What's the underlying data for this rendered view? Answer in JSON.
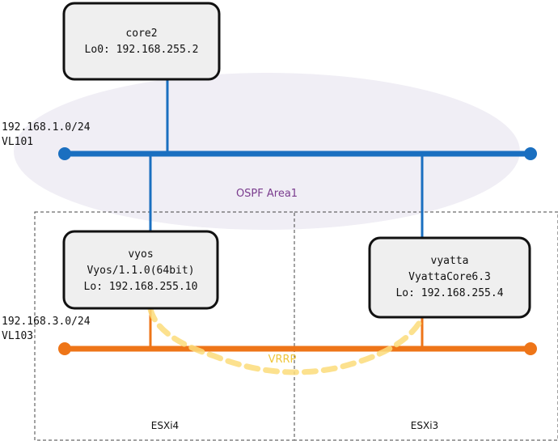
{
  "colors": {
    "ospf_area_fill": "#f0eef5",
    "vl101_line": "#1a6fc0",
    "vl103_line": "#ee7518",
    "vrrp_link": "#fbdc7a",
    "area_label": "#7a3c8e",
    "vrrp_label": "#eec53a",
    "router_border": "#111111",
    "router_fill": "#efefef"
  },
  "routers": {
    "core2": {
      "name": "core2",
      "lo": "Lo0: 192.168.255.2"
    },
    "vyos": {
      "name": "vyos",
      "version": "Vyos/1.1.0(64bit)",
      "lo": "Lo: 192.168.255.10"
    },
    "vyatta": {
      "name": "vyatta",
      "version": "VyattaCore6.3",
      "lo": "Lo: 192.168.255.4"
    }
  },
  "networks": {
    "vl101": {
      "subnet": "192.168.1.0/24",
      "vlan": "VL101"
    },
    "vl103": {
      "subnet": "192.168.3.0/24",
      "vlan": "VL103"
    }
  },
  "labels": {
    "ospf_area": "OSPF Area1",
    "vrrp": "VRRP"
  },
  "hosts": {
    "esxi4": "ESXi4",
    "esxi3": "ESXi3"
  }
}
